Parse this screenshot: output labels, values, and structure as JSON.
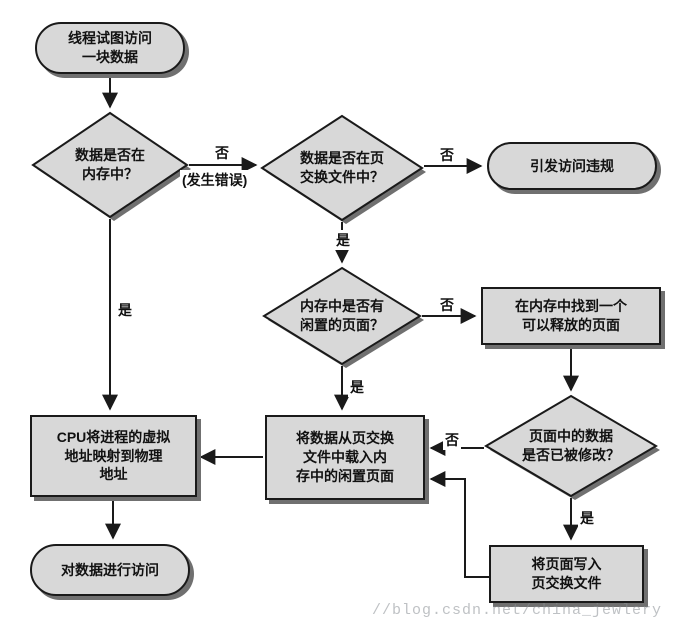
{
  "nodes": {
    "start": {
      "line1": "线程试图访问",
      "line2": "一块数据"
    },
    "d1": {
      "line1": "数据是否在",
      "line2": "内存中？"
    },
    "d2": {
      "line1": "数据是否在页",
      "line2": "交换文件中？"
    },
    "violation": {
      "line1": "引发访问违规"
    },
    "d3": {
      "line1": "内存中是否有",
      "line2": "闲置的页面？"
    },
    "find": {
      "line1": "在内存中找到一个",
      "line2": "可以释放的页面"
    },
    "d4": {
      "line1": "页面中的数据",
      "line2": "是否已被修改？"
    },
    "write": {
      "line1": "将页面写入",
      "line2": "页交换文件"
    },
    "load": {
      "line1": "将数据从页交换",
      "line2": "文件中载入内",
      "line3": "存中的闲置页面"
    },
    "cpu": {
      "line1": "CPU将进程的虚拟",
      "line2": "地址映射到物理",
      "line3": "地址"
    },
    "access": {
      "line1": "对数据进行访问"
    }
  },
  "labels": {
    "yes": "是",
    "no": "否",
    "error": "(发生错误)"
  },
  "watermark": "//blog.csdn.net/china_jewlery",
  "colors": {
    "node_fill": "#d8d8d8",
    "node_border": "#1a1a1a",
    "shadow": "#707070",
    "arrow": "#1a1a1a"
  }
}
